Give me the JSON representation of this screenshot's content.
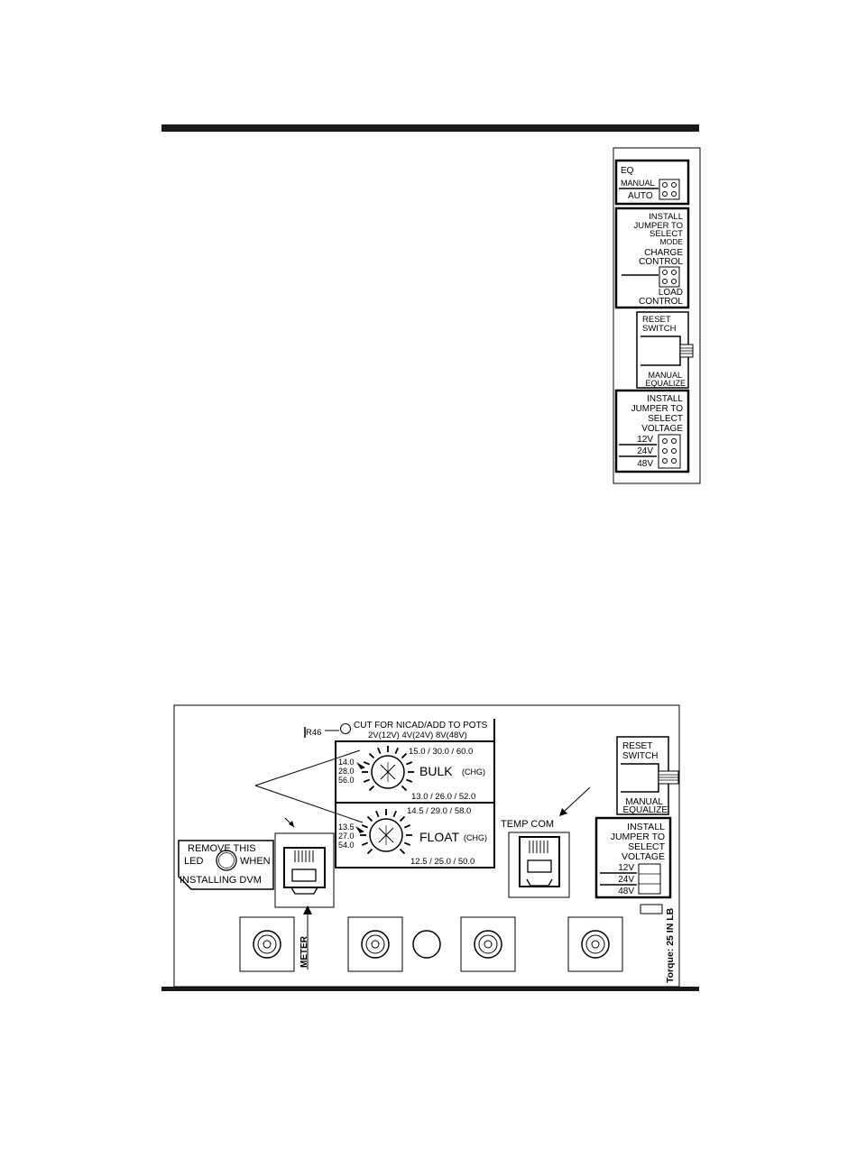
{
  "colors": {
    "ink": "#000000",
    "paper": "#ffffff"
  },
  "top_panel": {
    "eq": {
      "title": "EQ",
      "manual": "MANUAL",
      "auto": "AUTO"
    },
    "mode": {
      "line1": "INSTALL",
      "line2": "JUMPER TO",
      "line3": "SELECT",
      "line4": "MODE",
      "charge1": "CHARGE",
      "charge2": "CONTROL",
      "load1": "LOAD",
      "load2": "CONTROL"
    },
    "reset": {
      "line1": "RESET",
      "line2": "SWITCH",
      "line3": "MANUAL",
      "line4": "EQUALIZE"
    },
    "voltage": {
      "line1": "INSTALL",
      "line2": "JUMPER TO",
      "line3": "SELECT",
      "line4": "VOLTAGE",
      "v12": "12V",
      "v24": "24V",
      "v48": "48V"
    }
  },
  "board": {
    "r46": "R46",
    "cut_line1": "CUT FOR NICAD/ADD TO POTS",
    "cut_line2": "2V(12V) 4V(24V) 8V(48V)",
    "bulk": {
      "label": "BULK",
      "sub": "(CHG)",
      "top": "15.0 / 30.0 / 60.0",
      "bottom": "13.0 / 26.0 / 52.0",
      "left1": "14.0",
      "left2": "28.0",
      "left3": "56.0"
    },
    "float": {
      "label": "FLOAT",
      "sub": "(CHG)",
      "top": "14.5 / 29.0 / 58.0",
      "bottom": "12.5 / 25.0 / 50.0",
      "left1": "13.5",
      "left2": "27.0",
      "left3": "54.0"
    },
    "led": {
      "line1": "REMOVE THIS",
      "led": "LED",
      "when": "WHEN",
      "line3": "INSTALLING DVM"
    },
    "meter": "METER",
    "temp_com": "TEMP COM",
    "reset": {
      "line1": "RESET",
      "line2": "SWITCH",
      "line3": "MANUAL",
      "line4": "EQUALIZE"
    },
    "voltage": {
      "line1": "INSTALL",
      "line2": "JUMPER TO",
      "line3": "SELECT",
      "line4": "VOLTAGE",
      "v12": "12V",
      "v24": "24V",
      "v48": "48V"
    },
    "torque": "Torque: 25 IN LB"
  }
}
